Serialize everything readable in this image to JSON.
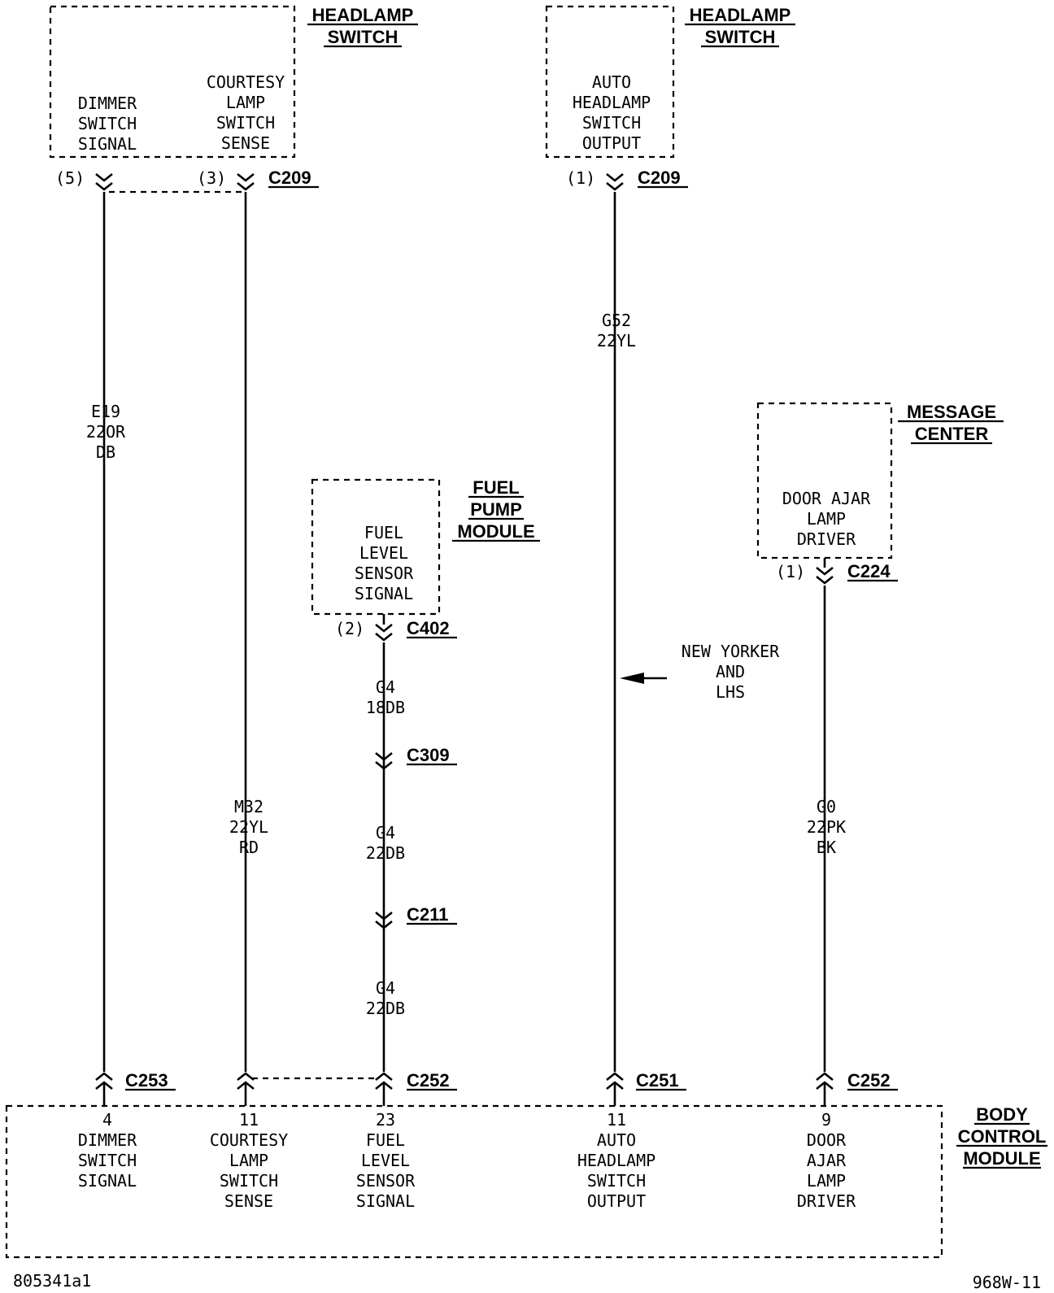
{
  "components": {
    "headlamp_switch_left": {
      "title": [
        "HEADLAMP",
        "SWITCH"
      ]
    },
    "headlamp_switch_right": {
      "title": [
        "HEADLAMP",
        "SWITCH"
      ]
    },
    "fuel_pump_module": {
      "title": [
        "FUEL",
        "PUMP",
        "MODULE"
      ]
    },
    "message_center": {
      "title": [
        "MESSAGE",
        "CENTER"
      ]
    },
    "body_control_module": {
      "title": [
        "BODY",
        "CONTROL",
        "MODULE"
      ]
    }
  },
  "pin_functions": {
    "dimmer_switch_signal": [
      "DIMMER",
      "SWITCH",
      "SIGNAL"
    ],
    "courtesy_lamp_switch_sense": [
      "COURTESY",
      "LAMP",
      "SWITCH",
      "SENSE"
    ],
    "auto_headlamp_switch_output": [
      "AUTO",
      "HEADLAMP",
      "SWITCH",
      "OUTPUT"
    ],
    "fuel_level_sensor_signal": [
      "FUEL",
      "LEVEL",
      "SENSOR",
      "SIGNAL"
    ],
    "door_ajar_lamp_driver_top": [
      "DOOR AJAR",
      "LAMP",
      "DRIVER"
    ],
    "door_ajar_lamp_driver_bcm": [
      "DOOR",
      "AJAR",
      "LAMP",
      "DRIVER"
    ]
  },
  "pins": {
    "hs_dimmer": "(5)",
    "hs_courtesy": "(3)",
    "hs_auto": "(1)",
    "fuel_pump": "(2)",
    "message_center": "(1)",
    "bcm_dimmer": "4",
    "bcm_courtesy": "11",
    "bcm_fuel": "23",
    "bcm_auto": "11",
    "bcm_door": "9"
  },
  "connectors": {
    "c209_left": "C209",
    "c209_right": "C209",
    "c402": "C402",
    "c309": "C309",
    "c211": "C211",
    "c224": "C224",
    "c253": "C253",
    "c252_left": "C252",
    "c251": "C251",
    "c252_right": "C252"
  },
  "wires": {
    "e19": [
      "E19",
      "22OR",
      "DB"
    ],
    "m32": [
      "M32",
      "22YL",
      "RD"
    ],
    "g52": [
      "G52",
      "22YL"
    ],
    "g4_a": [
      "G4",
      "18DB"
    ],
    "g4_b": [
      "G4",
      "22DB"
    ],
    "g4_c": [
      "G4",
      "22DB"
    ],
    "g0": [
      "G0",
      "22PK",
      "BK"
    ]
  },
  "note": [
    "NEW YORKER",
    "AND",
    "LHS"
  ],
  "footer": {
    "left_code": "805341a1",
    "right_code": "968W-11"
  }
}
